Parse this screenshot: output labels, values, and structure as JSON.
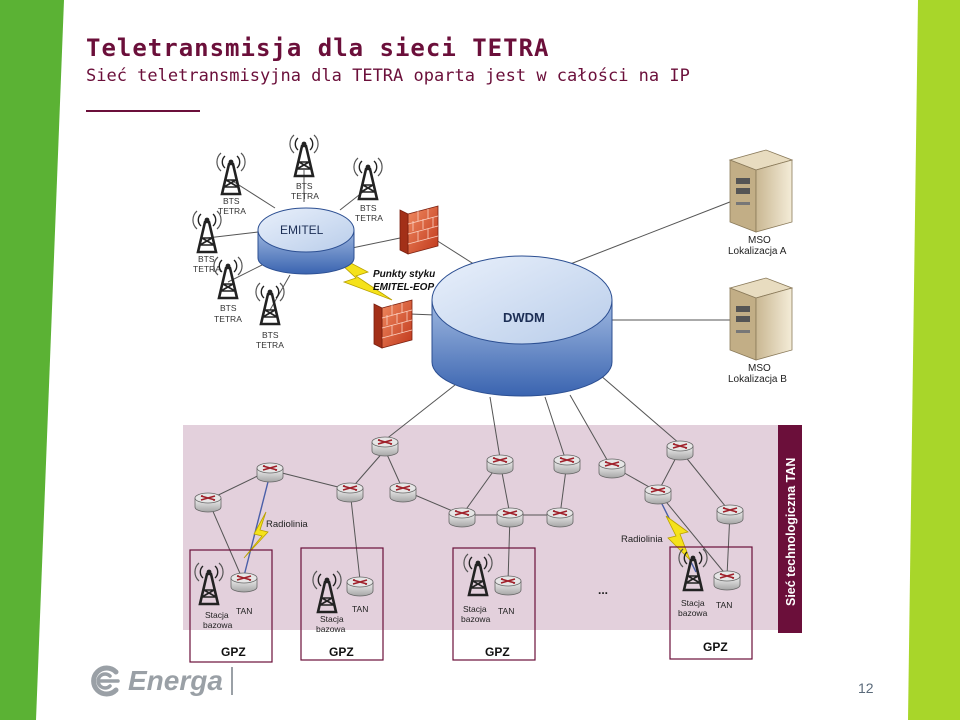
{
  "header": {
    "title": "Teletransmisja dla sieci TETRA",
    "subtitle": "Sieć teletransmisyjna dla TETRA oparta jest w całości na IP"
  },
  "diagram": {
    "emitel_label": "EMITEL",
    "dwdm_label": "DWDM",
    "bts_line1": "BTS",
    "bts_line2": "TETRA",
    "punkty_line1": "Punkty styku",
    "punkty_line2": "EMITEL-EOP",
    "mso_a_line1": "MSO",
    "mso_a_line2": "Lokalizacja A",
    "mso_b_line1": "MSO",
    "mso_b_line2": "Lokalizacja B",
    "radiolinia": "Radiolinia",
    "stacja_line1": "Stacja",
    "stacja_line2": "bazowa",
    "tan": "TAN",
    "gpz": "GPZ",
    "ellipsis": "...",
    "siec_tan": "Sieć technologiczna TAN"
  },
  "footer": {
    "logo_text": "Energa",
    "page_number": "12"
  },
  "colors": {
    "brand_maroon": "#6b0f3a",
    "green_bar": "#5bb234",
    "lime_bar": "#a8d62a",
    "tan_area": "#e3d0dc"
  }
}
